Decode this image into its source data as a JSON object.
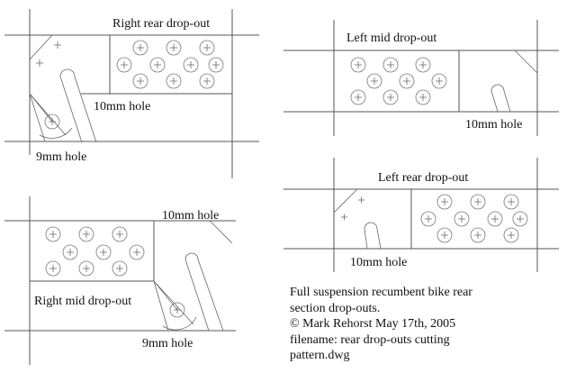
{
  "labels": {
    "right_rear": "Right rear drop-out",
    "right_rear_10mm": "10mm hole",
    "right_rear_9mm": "9mm hole",
    "left_mid": "Left mid drop-out",
    "left_mid_10mm": "10mm hole",
    "right_mid_10mm": "10mm hole",
    "right_mid": "Right mid drop-out",
    "right_mid_9mm": "9mm hole",
    "left_rear": "Left rear drop-out",
    "left_rear_10mm": "10mm hole"
  },
  "note": {
    "line1": "Full suspension recumbent bike rear",
    "line2": "section drop-outs.",
    "line3": "©   Mark Rehorst   May 17th, 2005",
    "line4": "filename: rear drop-outs cutting",
    "line5": "pattern.dwg"
  }
}
